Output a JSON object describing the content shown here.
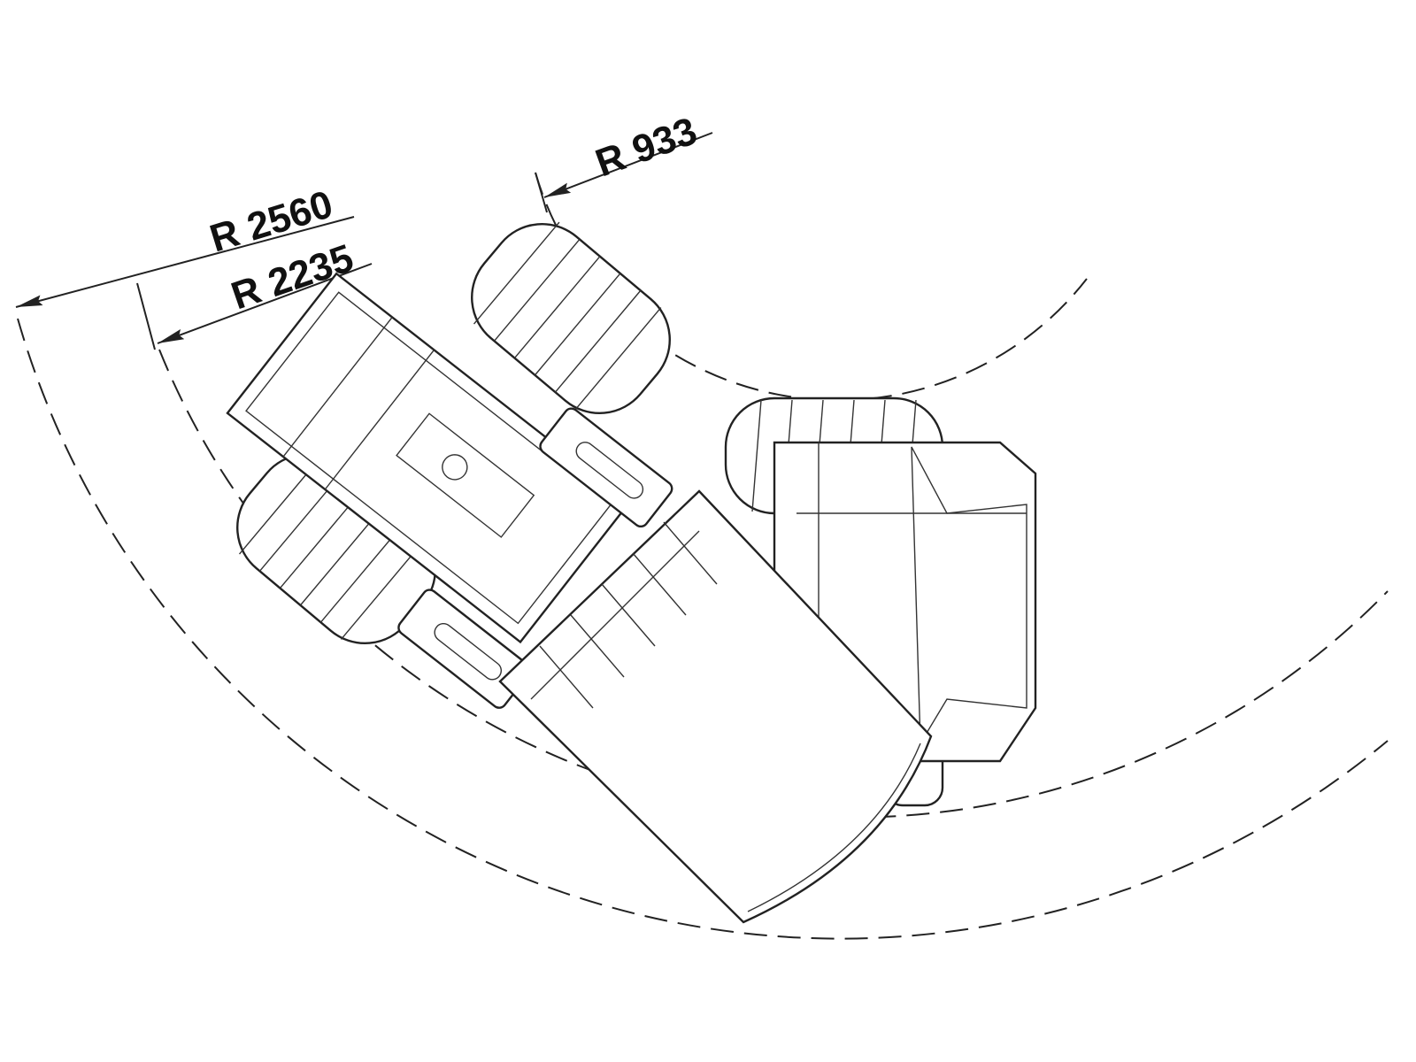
{
  "title": "Turning radius diagram",
  "dimensions": [
    {
      "label": "R 2560",
      "radius_mm": 2560
    },
    {
      "label": "R 2235",
      "radius_mm": 2235
    },
    {
      "label": "R 933",
      "radius_mm": 933
    }
  ],
  "colors": {
    "line": "#222222",
    "background": "#ffffff"
  }
}
